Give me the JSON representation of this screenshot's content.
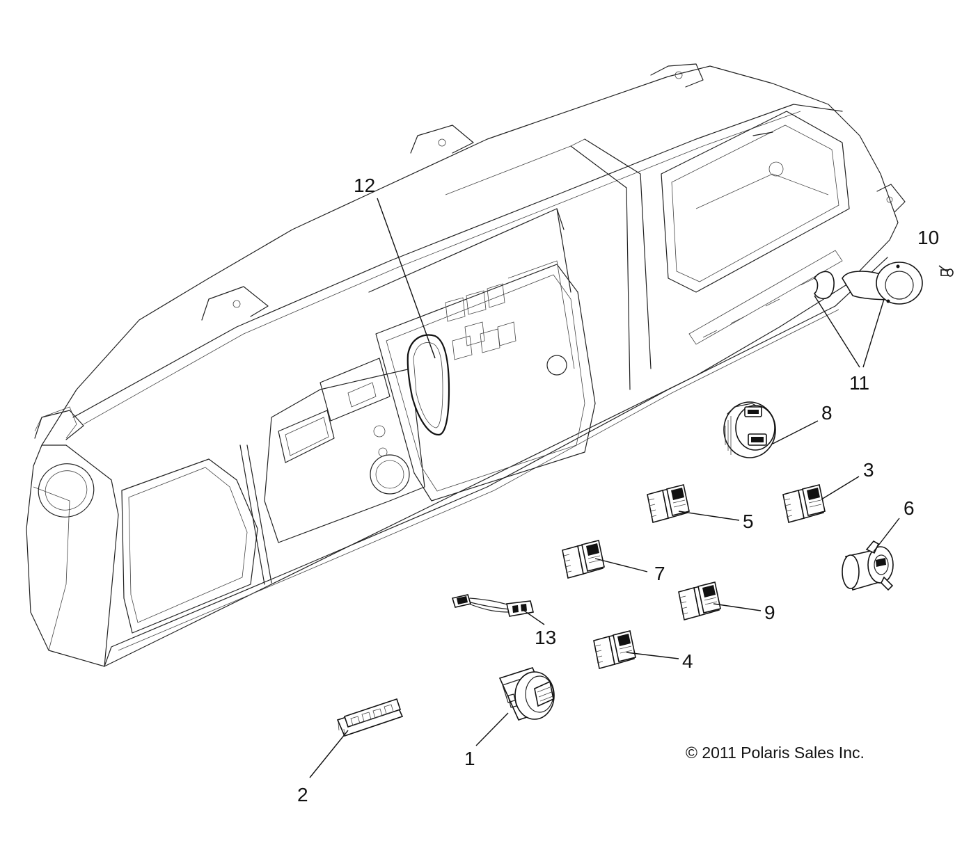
{
  "callouts": {
    "c1": "1",
    "c2": "2",
    "c3": "3",
    "c4": "4",
    "c5": "5",
    "c6": "6",
    "c7": "7",
    "c8": "8",
    "c9": "9",
    "c10": "10",
    "c11": "11",
    "c12": "12",
    "c13": "13"
  },
  "copyright": "© 2011 Polaris Sales Inc."
}
